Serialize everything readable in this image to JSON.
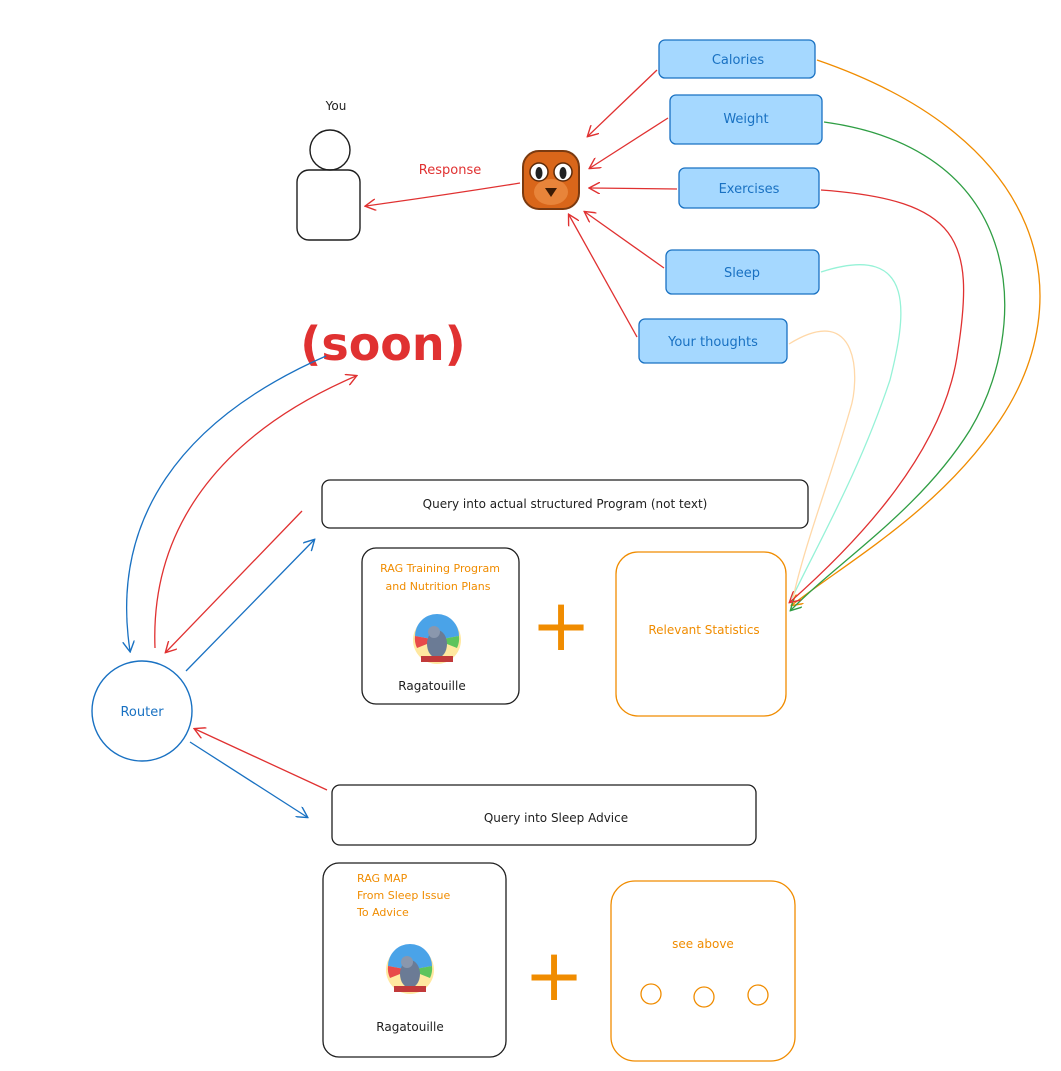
{
  "person": {
    "label": "You"
  },
  "response_label": "Response",
  "inputs": [
    "Calories",
    "Weight",
    "Exercises",
    "Sleep",
    "Your thoughts"
  ],
  "soon_label": "(soon)",
  "router_label": "Router",
  "program_query": "Query into actual structured Program (not text)",
  "program_rag": {
    "title_lines": [
      "RAG Training Program",
      "and Nutrition Plans"
    ],
    "caption": "Ragatouille"
  },
  "plus_sign": "+",
  "stats_label": "Relevant Statistics",
  "sleep_query": "Query into Sleep Advice",
  "sleep_rag": {
    "title_lines": [
      "RAG MAP",
      "From Sleep Issue",
      "To Advice"
    ],
    "caption": "Ragatouille"
  },
  "see_above_label": "see above",
  "colors": {
    "blue_fill": "#a5d8ff",
    "blue_stroke": "#1971c2",
    "red": "#e03131",
    "orange": "#f08c00",
    "green": "#2f9e44",
    "teal": "#96f2d7",
    "peach": "#ffd8a8",
    "dark": "#1e1e1e"
  }
}
